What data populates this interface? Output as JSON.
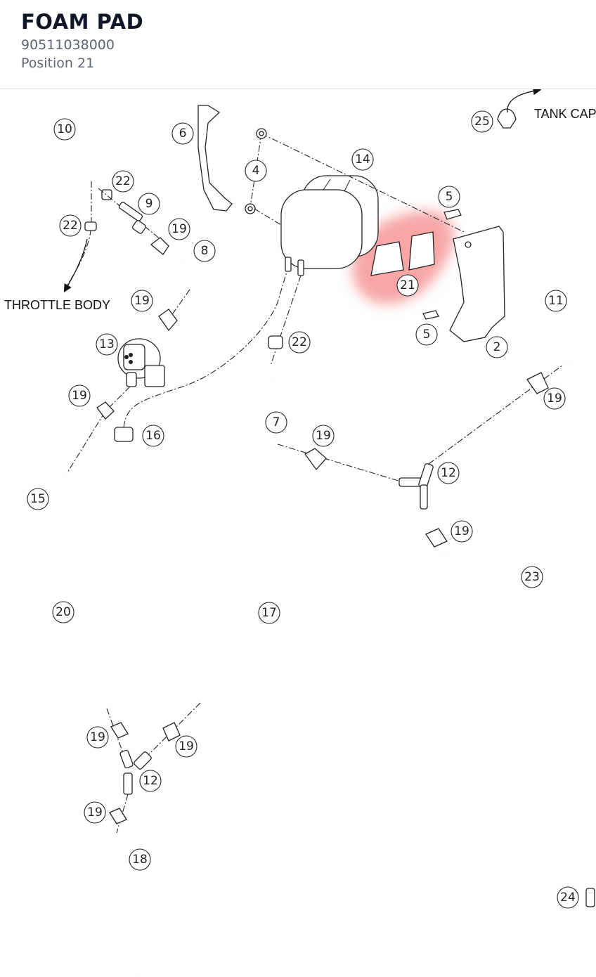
{
  "part": {
    "name": "FOAM PAD",
    "number": "90511038000",
    "position": "Position 21"
  },
  "diagram": {
    "labels": {
      "throttle": "THROTTLE BODY",
      "tank": "TANK CAP"
    },
    "highlight_color": "#f26b6b",
    "callouts": [
      "10",
      "22",
      "9",
      "22",
      "19",
      "8",
      "6",
      "4",
      "14",
      "5",
      "21",
      "5",
      "2",
      "11",
      "25",
      "19",
      "13",
      "22",
      "19",
      "16",
      "7",
      "19",
      "12",
      "19",
      "15",
      "23",
      "20",
      "17",
      "19",
      "19",
      "12",
      "19",
      "18",
      "24"
    ]
  }
}
